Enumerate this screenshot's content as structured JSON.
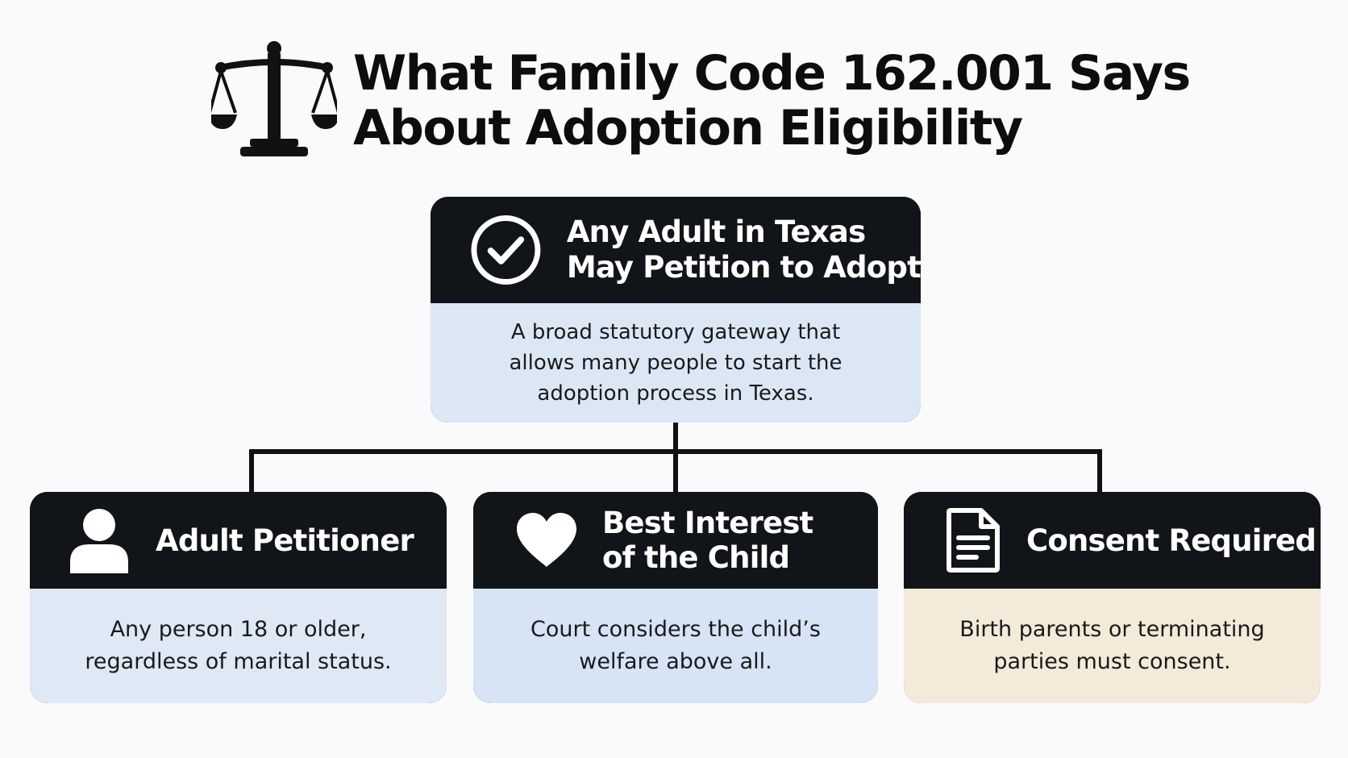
{
  "header": {
    "icon": "scales-of-justice-icon",
    "title_line1": "What Family Code 162.001 Says",
    "title_line2": "About Adoption Eligibility"
  },
  "top_card": {
    "icon": "check-circle-icon",
    "title_line1": "Any Adult in Texas",
    "title_line2": "May Petition to Adopt",
    "body_line1": "A broad statutory gateway that",
    "body_line2": "allows many people to start the",
    "body_line3": "adoption process in Texas.",
    "body_color": "#dce7f5"
  },
  "cards": [
    {
      "icon": "person-icon",
      "title": "Adult Petitioner",
      "body_line1": "Any person 18 or older,",
      "body_line2": "regardless of marital status.",
      "body_color": "#dfe8f5"
    },
    {
      "icon": "heart-icon",
      "title_line1": "Best Interest",
      "title_line2": "of the Child",
      "body_line1": "Court considers the child’s",
      "body_line2": "welfare above all.",
      "body_color": "#d6e4f6"
    },
    {
      "icon": "document-icon",
      "title": "Consent Required",
      "body_line1": "Birth parents or terminating",
      "body_line2": "parties must consent.",
      "body_color": "#f3ead9"
    }
  ],
  "colors": {
    "header_dark": "#111419",
    "text": "#0d0d0d",
    "background": "#fafafa"
  }
}
